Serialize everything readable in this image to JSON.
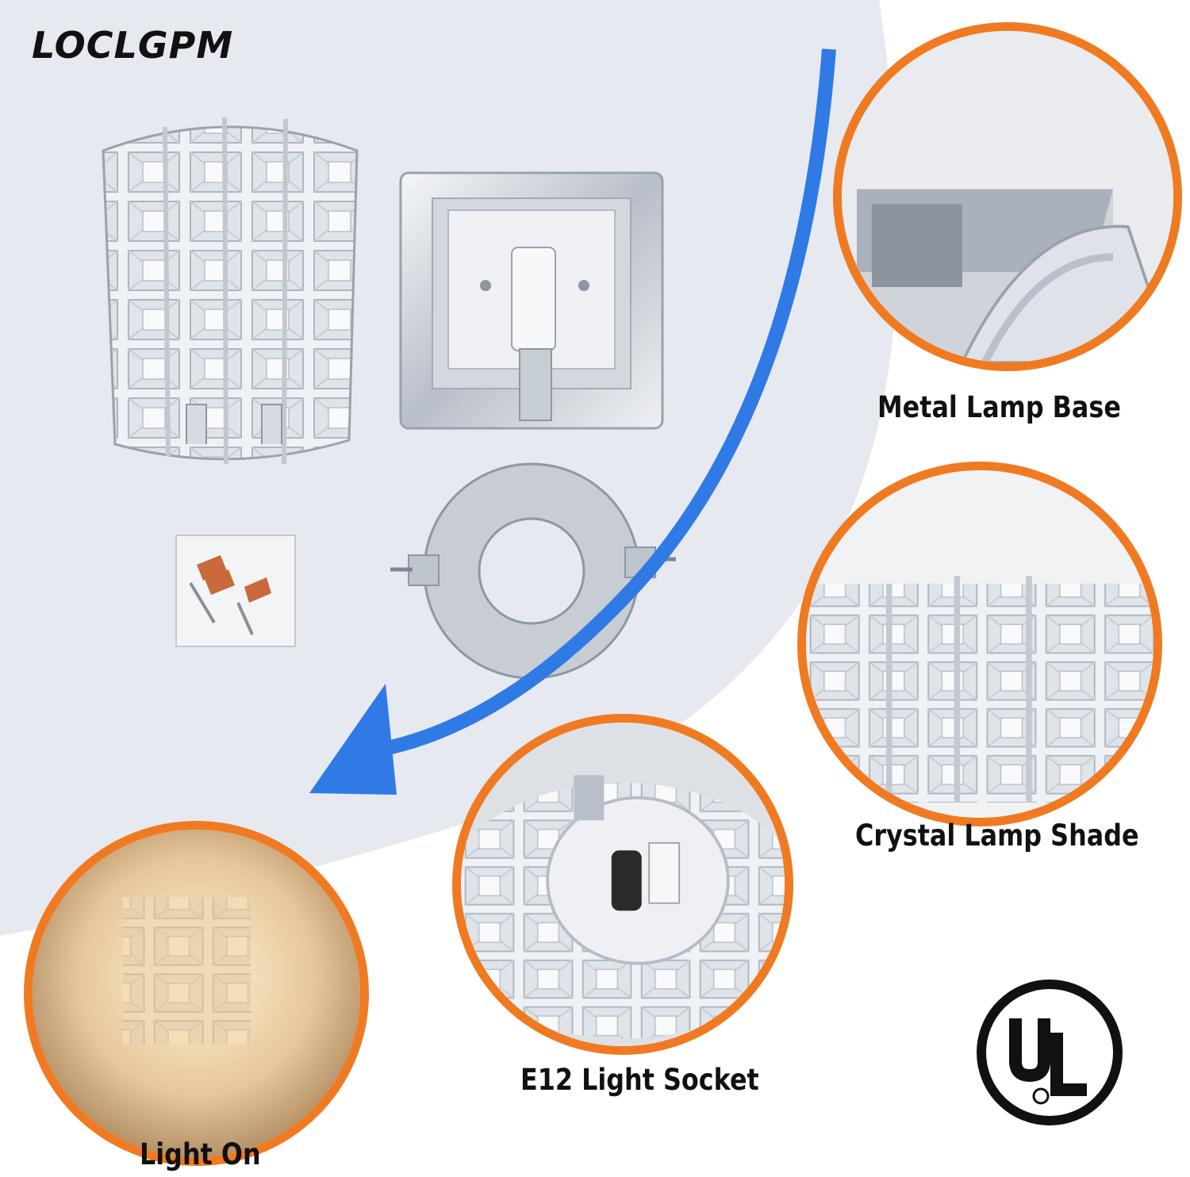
{
  "brand": "LOCLGPM",
  "colors": {
    "background_curve": "#e6e9ef",
    "circle_border": "#f07a22",
    "arrow": "#2f7ae5",
    "text": "#111111",
    "chrome": "#c9ced6"
  },
  "callouts": [
    {
      "label": "Metal Lamp Base"
    },
    {
      "label": "Crystal Lamp Shade"
    },
    {
      "label": "E12 Light Socket"
    },
    {
      "label": "Light On"
    }
  ],
  "certification": {
    "icon": "ul-listed-mark"
  }
}
